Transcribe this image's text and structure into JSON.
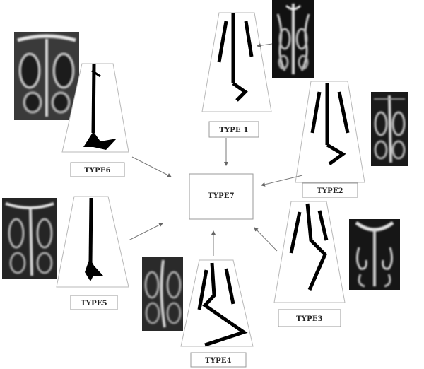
{
  "diagram": {
    "center_label": "TYPE7",
    "types": [
      {
        "id": "type1",
        "label": "TYPE 1"
      },
      {
        "id": "type2",
        "label": "TYPE2"
      },
      {
        "id": "type3",
        "label": "TYPE3"
      },
      {
        "id": "type4",
        "label": "TYPE4"
      },
      {
        "id": "type5",
        "label": "TYPE5"
      },
      {
        "id": "type6",
        "label": "TYPE6"
      }
    ],
    "colors": {
      "septum": "#000000",
      "outline": "#b8b8b8",
      "box_border": "#9a9a9a",
      "arrow": "#7a7a7a",
      "ct_dark": "#1c1c1c",
      "ct_light": "#d8d8d8"
    }
  }
}
